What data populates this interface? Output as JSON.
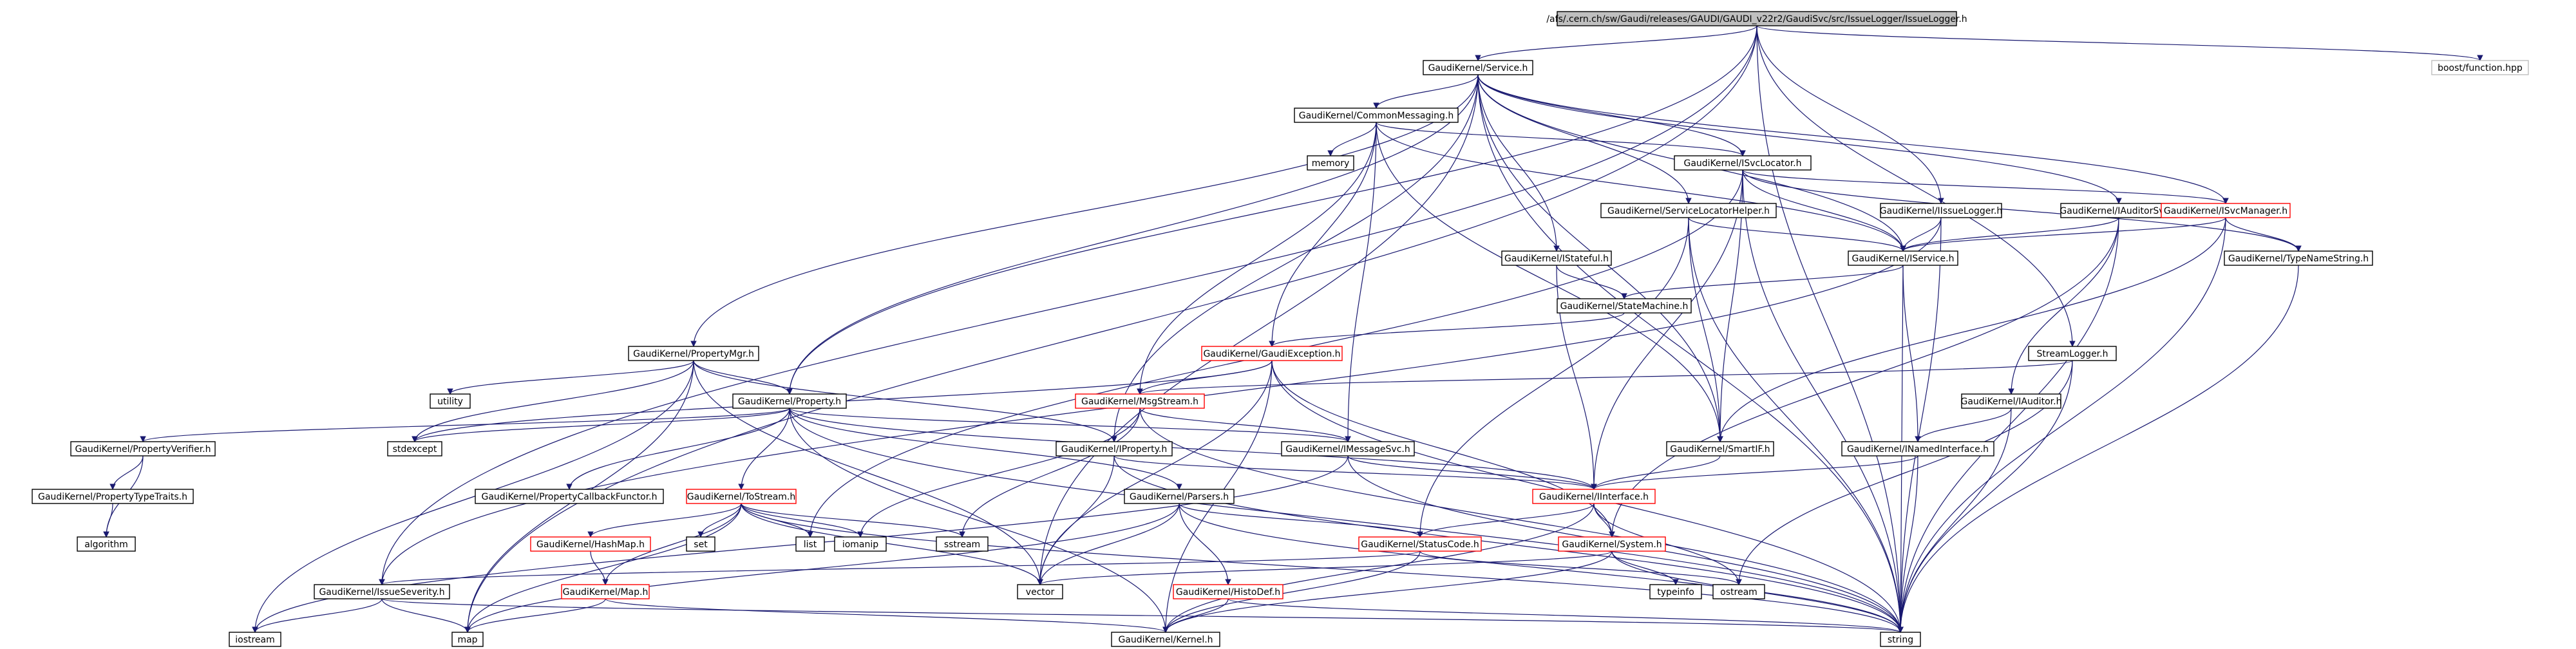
{
  "colors": {
    "edge": "#191970",
    "node_border_documented": "#000000",
    "node_border_undocumented": "#ff0000",
    "node_border_external": "#bfbfbf",
    "root_fill": "#bfbfbf",
    "node_fill": "#ffffff"
  },
  "nodes": [
    {
      "id": "root",
      "label": "/afs/.cern.ch/sw/Gaudi/releases/GAUDI/GAUDI_v22r2/GaudiSvc/src/IssueLogger/IssueLogger.h",
      "style": "root"
    },
    {
      "id": "service",
      "label": "GaudiKernel/Service.h",
      "style": "documented"
    },
    {
      "id": "boostfn",
      "label": "boost/function.hpp",
      "style": "external"
    },
    {
      "id": "commonmsg",
      "label": "GaudiKernel/CommonMessaging.h",
      "style": "documented"
    },
    {
      "id": "memory",
      "label": "memory",
      "style": "documented"
    },
    {
      "id": "isvclocator",
      "label": "GaudiKernel/ISvcLocator.h",
      "style": "documented"
    },
    {
      "id": "svclochelper",
      "label": "GaudiKernel/ServiceLocatorHelper.h",
      "style": "documented"
    },
    {
      "id": "iissuelogger",
      "label": "GaudiKernel/IIssueLogger.h",
      "style": "documented"
    },
    {
      "id": "iauditorsvc",
      "label": "GaudiKernel/IAuditorSvc.h",
      "style": "documented"
    },
    {
      "id": "isvcmanager",
      "label": "GaudiKernel/ISvcManager.h",
      "style": "undocumented"
    },
    {
      "id": "istateful",
      "label": "GaudiKernel/IStateful.h",
      "style": "documented"
    },
    {
      "id": "iservice",
      "label": "GaudiKernel/IService.h",
      "style": "documented"
    },
    {
      "id": "typenamestring",
      "label": "GaudiKernel/TypeNameString.h",
      "style": "documented"
    },
    {
      "id": "statemachine",
      "label": "GaudiKernel/StateMachine.h",
      "style": "documented"
    },
    {
      "id": "gaudiexception",
      "label": "GaudiKernel/GaudiException.h",
      "style": "undocumented"
    },
    {
      "id": "streamlogger",
      "label": "StreamLogger.h",
      "style": "documented"
    },
    {
      "id": "propertymgr",
      "label": "GaudiKernel/PropertyMgr.h",
      "style": "documented"
    },
    {
      "id": "utility",
      "label": "utility",
      "style": "documented"
    },
    {
      "id": "property",
      "label": "GaudiKernel/Property.h",
      "style": "documented"
    },
    {
      "id": "msgstream",
      "label": "GaudiKernel/MsgStream.h",
      "style": "undocumented"
    },
    {
      "id": "iauditor",
      "label": "GaudiKernel/IAuditor.h",
      "style": "documented"
    },
    {
      "id": "stdexcept",
      "label": "stdexcept",
      "style": "documented"
    },
    {
      "id": "propertyverifier",
      "label": "GaudiKernel/PropertyVerifier.h",
      "style": "documented"
    },
    {
      "id": "iproperty",
      "label": "GaudiKernel/IProperty.h",
      "style": "documented"
    },
    {
      "id": "imessagesvc",
      "label": "GaudiKernel/IMessageSvc.h",
      "style": "documented"
    },
    {
      "id": "smartif",
      "label": "GaudiKernel/SmartIF.h",
      "style": "documented"
    },
    {
      "id": "inamedinterface",
      "label": "GaudiKernel/INamedInterface.h",
      "style": "documented"
    },
    {
      "id": "proptypetraits",
      "label": "GaudiKernel/PropertyTypeTraits.h",
      "style": "documented"
    },
    {
      "id": "propcallbackfunctor",
      "label": "GaudiKernel/PropertyCallbackFunctor.h",
      "style": "documented"
    },
    {
      "id": "tbstream",
      "label": "GaudiKernel/ToStream.h",
      "style": "undocumented"
    },
    {
      "id": "parsers",
      "label": "GaudiKernel/Parsers.h",
      "style": "documented"
    },
    {
      "id": "iinterface",
      "label": "GaudiKernel/IInterface.h",
      "style": "undocumented"
    },
    {
      "id": "algorithm",
      "label": "algorithm",
      "style": "documented"
    },
    {
      "id": "hashmap",
      "label": "GaudiKernel/HashMap.h",
      "style": "undocumented"
    },
    {
      "id": "set",
      "label": "set",
      "style": "documented"
    },
    {
      "id": "list",
      "label": "list",
      "style": "documented"
    },
    {
      "id": "iomanip",
      "label": "iomanip",
      "style": "documented"
    },
    {
      "id": "sstream",
      "label": "sstream",
      "style": "documented"
    },
    {
      "id": "statuscode",
      "label": "GaudiKernel/StatusCode.h",
      "style": "undocumented"
    },
    {
      "id": "system",
      "label": "GaudiKernel/System.h",
      "style": "undocumented"
    },
    {
      "id": "map_h",
      "label": "GaudiKernel/Map.h",
      "style": "undocumented"
    },
    {
      "id": "histodef",
      "label": "GaudiKernel/HistoDef.h",
      "style": "undocumented"
    },
    {
      "id": "issueseverity",
      "label": "GaudiKernel/IssueSeverity.h",
      "style": "documented"
    },
    {
      "id": "vector",
      "label": "vector",
      "style": "documented"
    },
    {
      "id": "typeinfo",
      "label": "typeinfo",
      "style": "documented"
    },
    {
      "id": "ostream",
      "label": "ostream",
      "style": "documented"
    },
    {
      "id": "iostream",
      "label": "iostream",
      "style": "documented"
    },
    {
      "id": "map",
      "label": "map",
      "style": "documented"
    },
    {
      "id": "kernel",
      "label": "GaudiKernel/Kernel.h",
      "style": "documented"
    },
    {
      "id": "string",
      "label": "string",
      "style": "documented"
    }
  ],
  "edges": [
    [
      "root",
      "service"
    ],
    [
      "root",
      "boostfn"
    ],
    [
      "root",
      "iissuelogger"
    ],
    [
      "root",
      "streamlogger"
    ],
    [
      "root",
      "property"
    ],
    [
      "root",
      "issueseverity"
    ],
    [
      "root",
      "map"
    ],
    [
      "root",
      "string"
    ],
    [
      "service",
      "commonmsg"
    ],
    [
      "service",
      "isvclocator"
    ],
    [
      "service",
      "svclochelper"
    ],
    [
      "service",
      "iauditorsvc"
    ],
    [
      "service",
      "istateful"
    ],
    [
      "service",
      "iservice"
    ],
    [
      "service",
      "propertymgr"
    ],
    [
      "service",
      "property"
    ],
    [
      "service",
      "iproperty"
    ],
    [
      "service",
      "smartif"
    ],
    [
      "service",
      "string"
    ],
    [
      "service",
      "vector"
    ],
    [
      "service",
      "isvcmanager"
    ],
    [
      "commonmsg",
      "memory"
    ],
    [
      "commonmsg",
      "isvclocator"
    ],
    [
      "commonmsg",
      "gaudiexception"
    ],
    [
      "commonmsg",
      "msgstream"
    ],
    [
      "commonmsg",
      "imessagesvc"
    ],
    [
      "commonmsg",
      "smartif"
    ],
    [
      "commonmsg",
      "iservice"
    ],
    [
      "isvclocator",
      "iinterface"
    ],
    [
      "isvclocator",
      "smartif"
    ],
    [
      "isvclocator",
      "string"
    ],
    [
      "isvclocator",
      "list"
    ],
    [
      "isvclocator",
      "iservice"
    ],
    [
      "isvclocator",
      "typenamestring"
    ],
    [
      "isvclocator",
      "isvcmanager"
    ],
    [
      "svclochelper",
      "iservice"
    ],
    [
      "svclochelper",
      "smartif"
    ],
    [
      "svclochelper",
      "statuscode"
    ],
    [
      "svclochelper",
      "string"
    ],
    [
      "iissuelogger",
      "iservice"
    ],
    [
      "iissuelogger",
      "issueseverity"
    ],
    [
      "iissuelogger",
      "string"
    ],
    [
      "iauditorsvc",
      "iservice"
    ],
    [
      "iauditorsvc",
      "iauditor"
    ],
    [
      "iauditorsvc",
      "system"
    ],
    [
      "iauditorsvc",
      "string"
    ],
    [
      "isvcmanager",
      "iservice"
    ],
    [
      "isvcmanager",
      "typenamestring"
    ],
    [
      "isvcmanager",
      "smartif"
    ],
    [
      "isvcmanager",
      "string"
    ],
    [
      "istateful",
      "statemachine"
    ],
    [
      "istateful",
      "iinterface"
    ],
    [
      "iservice",
      "inamedinterface"
    ],
    [
      "iservice",
      "statemachine"
    ],
    [
      "iservice",
      "string"
    ],
    [
      "typenamestring",
      "string"
    ],
    [
      "statemachine",
      "gaudiexception"
    ],
    [
      "gaudiexception",
      "msgstream"
    ],
    [
      "gaudiexception",
      "system"
    ],
    [
      "gaudiexception",
      "kernel"
    ],
    [
      "gaudiexception",
      "stdexcept"
    ],
    [
      "gaudiexception",
      "string"
    ],
    [
      "gaudiexception",
      "vector"
    ],
    [
      "streamlogger",
      "msgstream"
    ],
    [
      "streamlogger",
      "ostream"
    ],
    [
      "streamlogger",
      "string"
    ],
    [
      "propertymgr",
      "utility"
    ],
    [
      "propertymgr",
      "stdexcept"
    ],
    [
      "propertymgr",
      "property"
    ],
    [
      "propertymgr",
      "iproperty"
    ],
    [
      "propertymgr",
      "iostream"
    ],
    [
      "propertymgr",
      "map"
    ],
    [
      "propertymgr",
      "vector"
    ],
    [
      "property",
      "propertyverifier"
    ],
    [
      "property",
      "propcallbackfunctor"
    ],
    [
      "property",
      "tbstream"
    ],
    [
      "property",
      "parsers"
    ],
    [
      "property",
      "imessagesvc"
    ],
    [
      "property",
      "iinterface"
    ],
    [
      "property",
      "kernel"
    ],
    [
      "property",
      "string"
    ],
    [
      "property",
      "stdexcept"
    ],
    [
      "msgstream",
      "imessagesvc"
    ],
    [
      "msgstream",
      "sstream"
    ],
    [
      "msgstream",
      "iomanip"
    ],
    [
      "msgstream",
      "string"
    ],
    [
      "iauditor",
      "inamedinterface"
    ],
    [
      "iauditor",
      "string"
    ],
    [
      "propertyverifier",
      "proptypetraits"
    ],
    [
      "propertyverifier",
      "algorithm"
    ],
    [
      "iproperty",
      "iinterface"
    ],
    [
      "iproperty",
      "vector"
    ],
    [
      "iproperty",
      "string"
    ],
    [
      "imessagesvc",
      "iinterface"
    ],
    [
      "imessagesvc",
      "iostream"
    ],
    [
      "imessagesvc",
      "string"
    ],
    [
      "smartif",
      "iinterface"
    ],
    [
      "inamedinterface",
      "iinterface"
    ],
    [
      "inamedinterface",
      "string"
    ],
    [
      "proptypetraits",
      "algorithm"
    ],
    [
      "tbstream",
      "hashmap"
    ],
    [
      "tbstream",
      "set"
    ],
    [
      "tbstream",
      "list"
    ],
    [
      "tbstream",
      "iomanip"
    ],
    [
      "tbstream",
      "sstream"
    ],
    [
      "tbstream",
      "map"
    ],
    [
      "tbstream",
      "vector"
    ],
    [
      "tbstream",
      "string"
    ],
    [
      "tbstream",
      "map_h"
    ],
    [
      "parsers",
      "histodef"
    ],
    [
      "parsers",
      "statuscode"
    ],
    [
      "parsers",
      "vector"
    ],
    [
      "parsers",
      "map"
    ],
    [
      "parsers",
      "string"
    ],
    [
      "iinterface",
      "statuscode"
    ],
    [
      "iinterface",
      "system"
    ],
    [
      "iinterface",
      "kernel"
    ],
    [
      "iinterface",
      "ostream"
    ],
    [
      "hashmap",
      "map_h"
    ],
    [
      "statuscode",
      "issueseverity"
    ],
    [
      "statuscode",
      "ostream"
    ],
    [
      "statuscode",
      "kernel"
    ],
    [
      "system",
      "vector"
    ],
    [
      "system",
      "typeinfo"
    ],
    [
      "system",
      "string"
    ],
    [
      "system",
      "kernel"
    ],
    [
      "map_h",
      "map"
    ],
    [
      "map_h",
      "kernel"
    ],
    [
      "histodef",
      "kernel"
    ],
    [
      "histodef",
      "string"
    ],
    [
      "issueseverity",
      "iostream"
    ],
    [
      "issueseverity",
      "map"
    ],
    [
      "issueseverity",
      "string"
    ]
  ]
}
